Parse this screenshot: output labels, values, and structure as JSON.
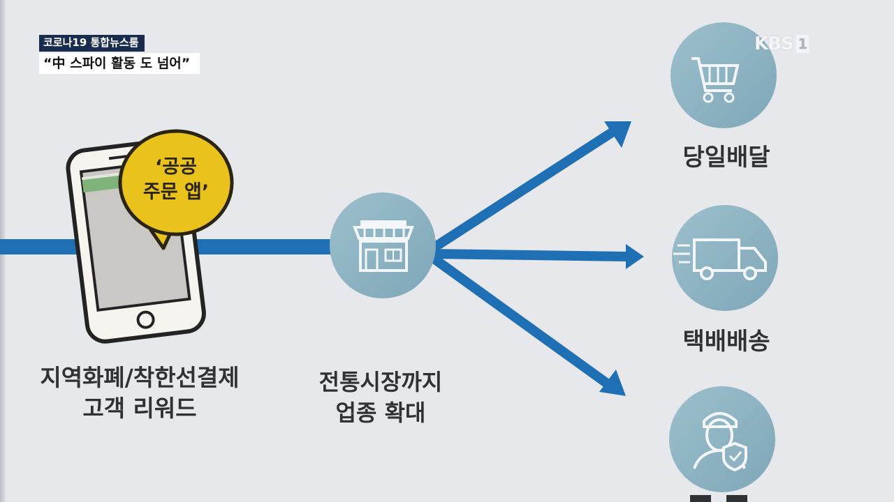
{
  "broadcast": {
    "program": "코로나19 통합뉴스룸",
    "headline": "“中 스파이 활동 도 넘어”",
    "logo": "KBS",
    "logo_channel": "1"
  },
  "infographic": {
    "bubble": "‘공공\n주문 앱’",
    "phone_label": "지역화폐/착한선결제\n고객 리워드",
    "market_label": "전통시장까지\n업종 확대",
    "outcomes": [
      {
        "label": "당일배달",
        "icon": "shopping-cart-icon"
      },
      {
        "label": "택배배송",
        "icon": "delivery-truck-icon"
      },
      {
        "label": "",
        "icon": "worker-shield-icon"
      }
    ],
    "hub_icon": "storefront-icon",
    "colors": {
      "arrow": "#1f6fb5",
      "circle": "#8fb3c2",
      "bubble": "#e9c21c",
      "background": "#e6e8ec"
    }
  }
}
